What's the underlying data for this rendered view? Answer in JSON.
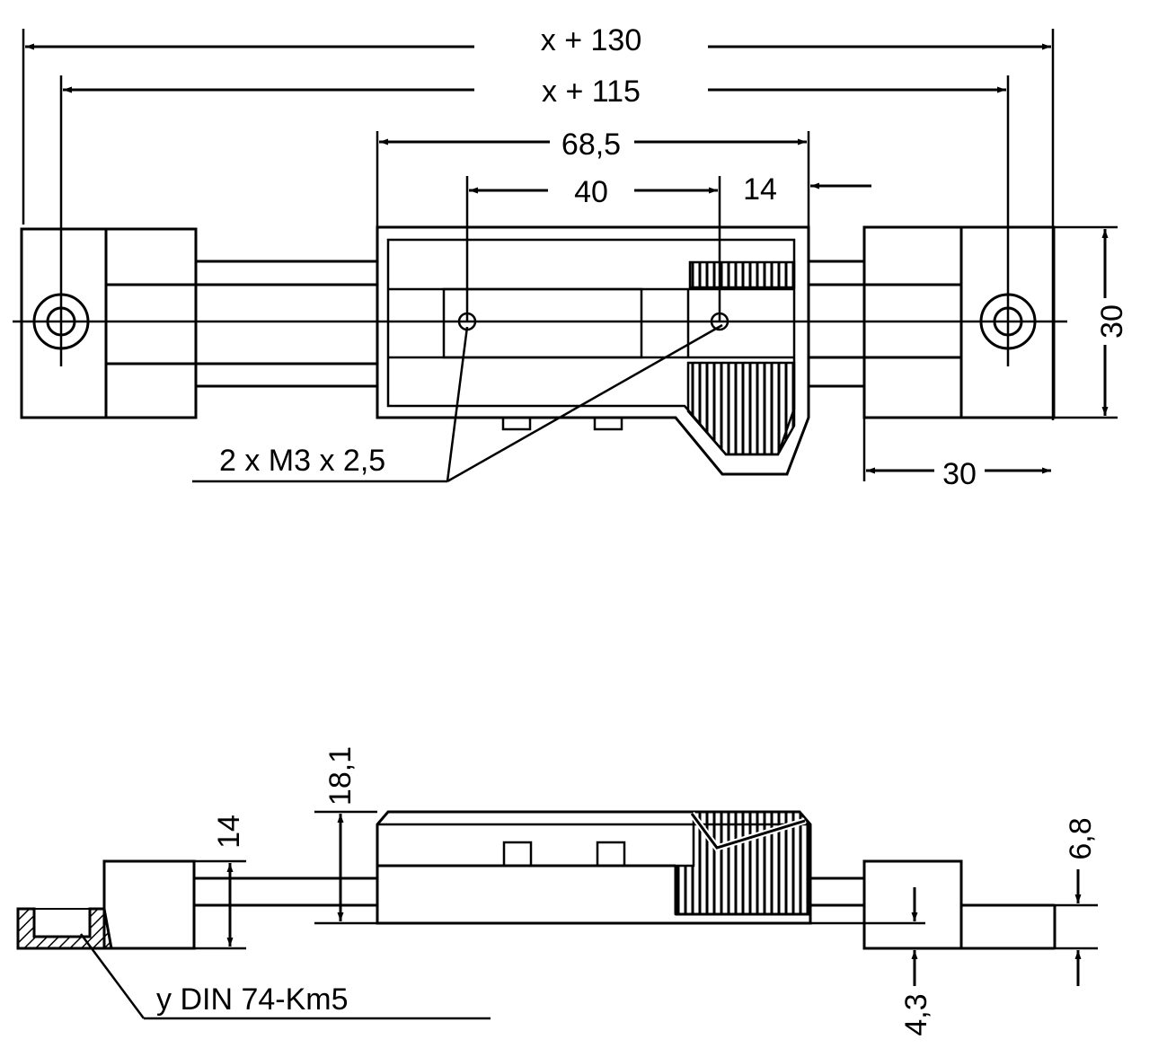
{
  "drawing": {
    "top_view": {
      "dim_overall": "x + 130",
      "dim_hole_centers": "x + 115",
      "dim_slider_length": "68,5",
      "dim_screw_spacing": "40",
      "dim_offset": "14",
      "dim_height": "30",
      "dim_end_block_width": "30",
      "thread_note": "2 x M3 x 2,5"
    },
    "side_view": {
      "dim_slider_height": "18,1",
      "dim_block_height": "14",
      "dim_right_6_8": "6,8",
      "dim_right_4_3": "4,3",
      "din_note": "y DIN 74-Km5"
    }
  }
}
